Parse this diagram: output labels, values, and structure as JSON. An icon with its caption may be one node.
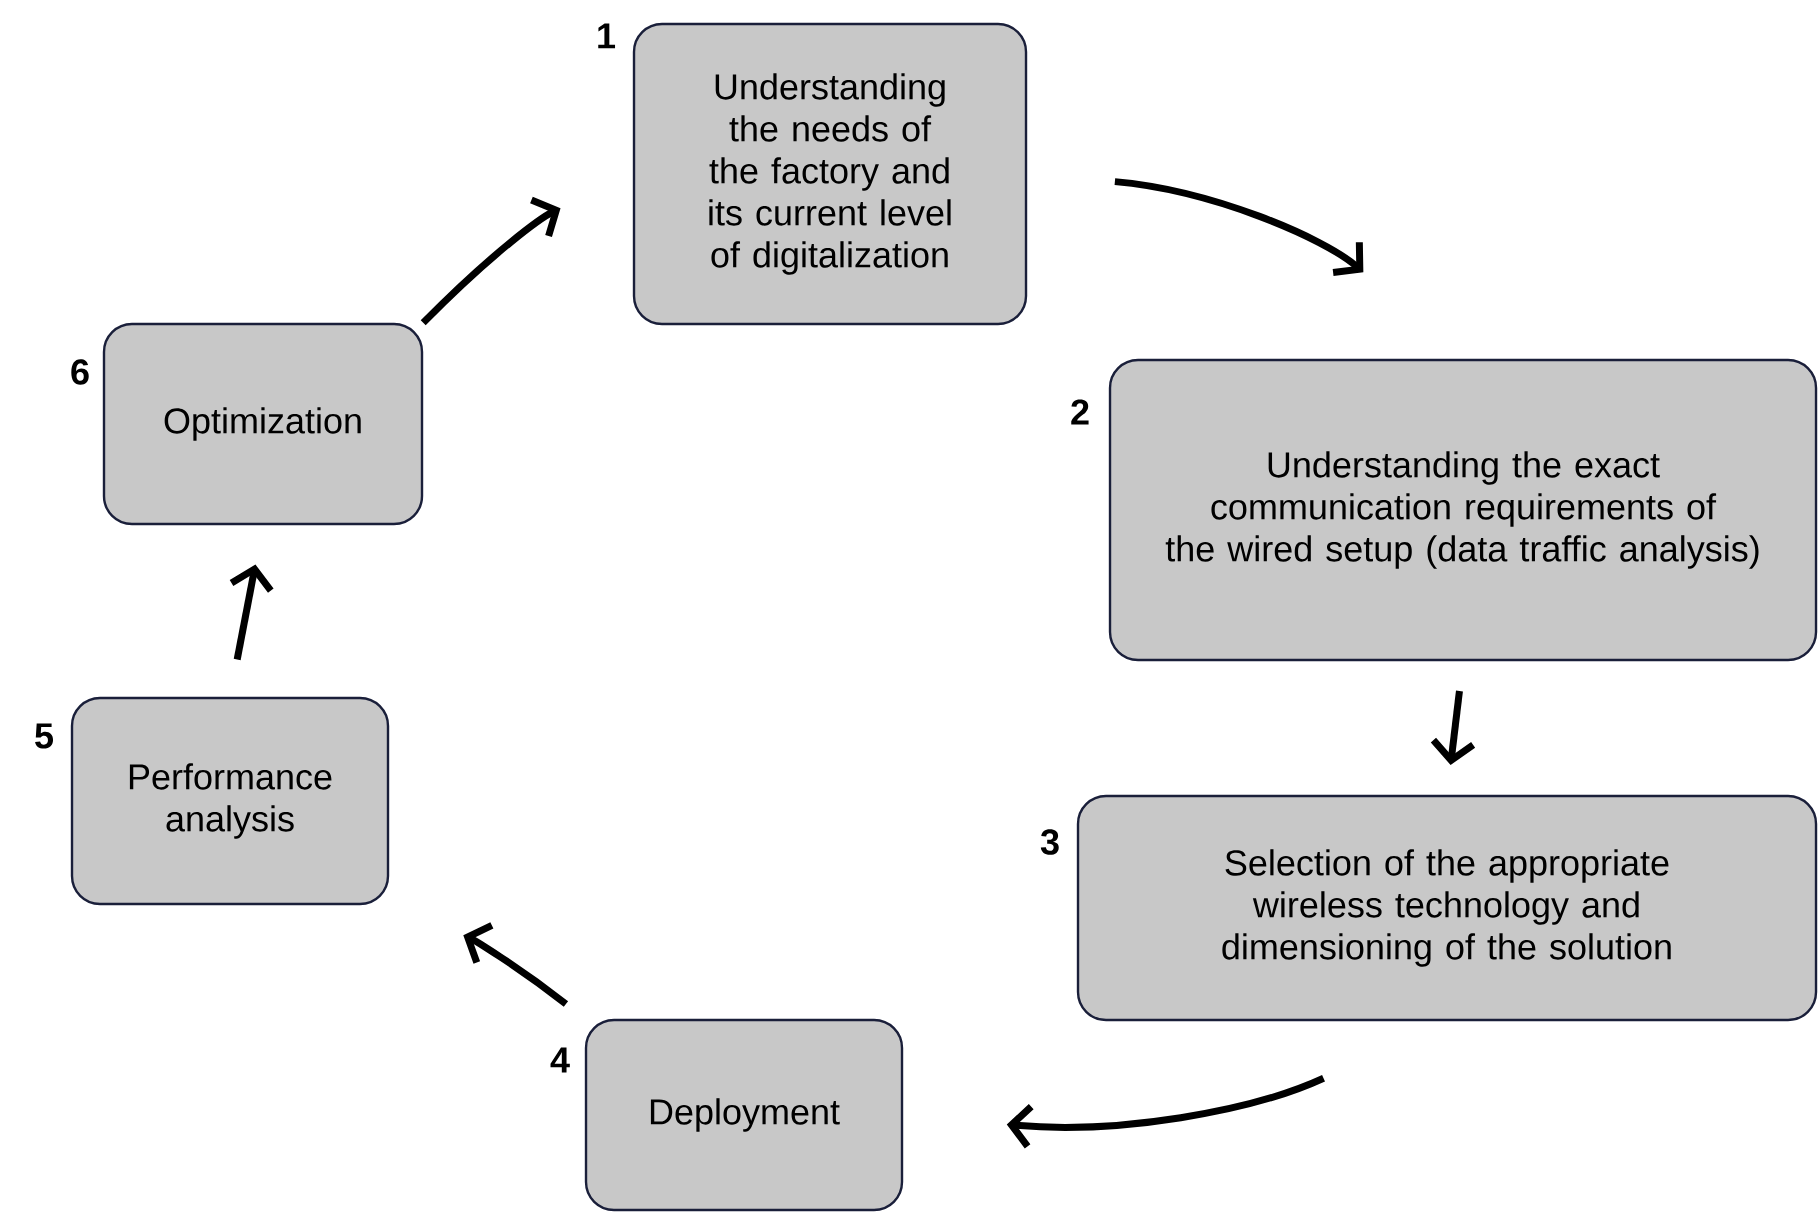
{
  "diagram": {
    "nodes": [
      {
        "text": [
          "Understanding the needs of the factory and its current level of digitalization"
        ],
        "beside": [
          "1"
        ]
      },
      {
        "text": [
          "Understanding the exact communication requirements of the wired setup (data traffic analysis)"
        ],
        "beside": [
          "2"
        ]
      },
      {
        "text": [
          "Selection of the appropriate wireless technology and dimensioning of the solution"
        ],
        "beside": [
          "3"
        ]
      },
      {
        "text": [
          "Deployment"
        ],
        "beside": [
          "4"
        ]
      },
      {
        "text": [
          "Performance analysis"
        ],
        "beside": [
          "5"
        ]
      },
      {
        "text": [
          "Optimization"
        ],
        "beside": [
          "6"
        ]
      }
    ],
    "edges": [
      {
        "from": 0,
        "to": 1,
        "arrow": "to"
      },
      {
        "from": 1,
        "to": 2,
        "arrow": "to"
      },
      {
        "from": 2,
        "to": 3,
        "arrow": "to"
      },
      {
        "from": 3,
        "to": 4,
        "arrow": "to"
      },
      {
        "from": 4,
        "to": 5,
        "arrow": "to"
      },
      {
        "from": 5,
        "to": 0,
        "arrow": "to"
      }
    ]
  }
}
